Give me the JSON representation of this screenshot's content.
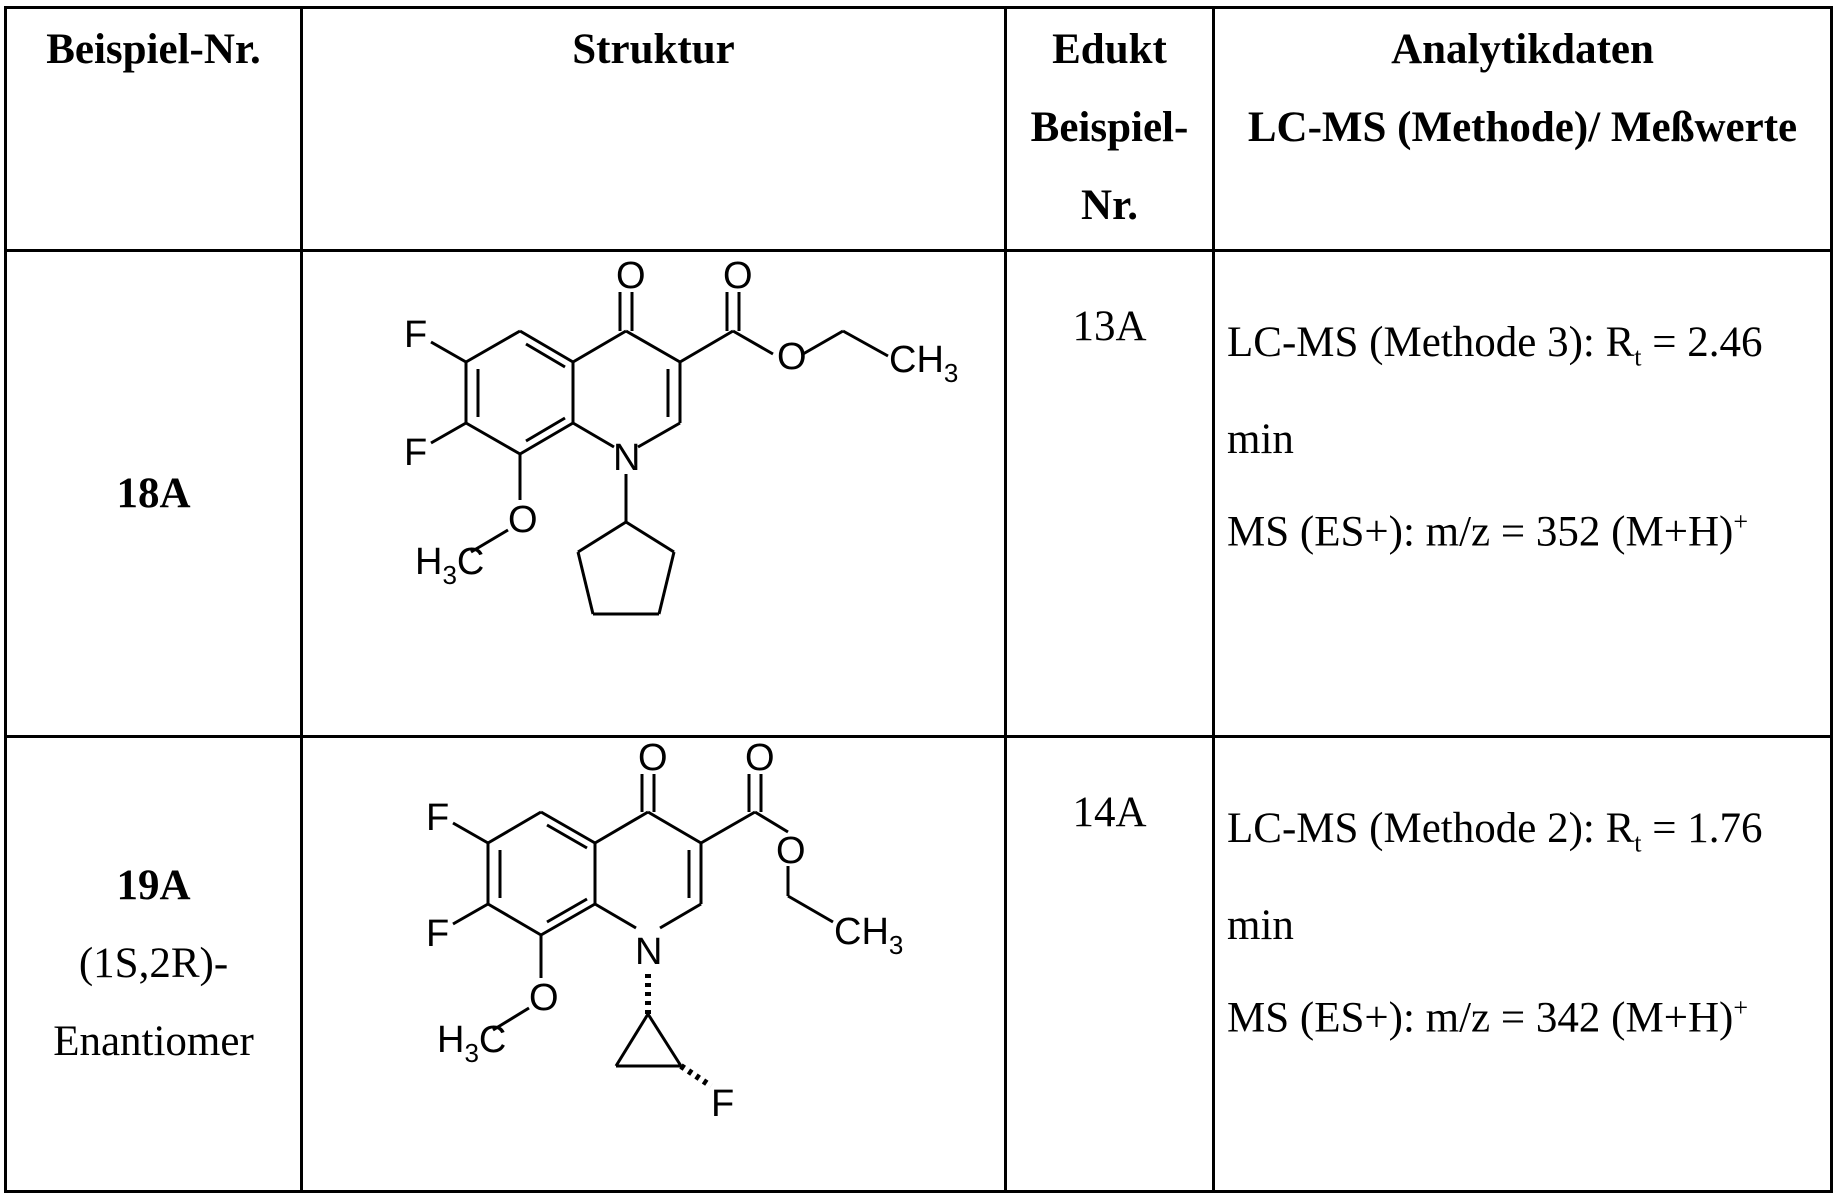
{
  "table": {
    "headers": {
      "example_no": "Beispiel-Nr.",
      "structure": "Struktur",
      "educt_line1": "Edukt",
      "educt_line2": "Beispiel-",
      "educt_line3": "Nr.",
      "analytics_line1": "Analytikdaten",
      "analytics_line2": "LC-MS (Methode)/ Meßwerte"
    },
    "rows": [
      {
        "example_no": "18A",
        "educt": "13A",
        "lcms_prefix": "LC-MS (Methode 3): R",
        "lcms_sub": "t",
        "lcms_suffix": " = 2.46",
        "lcms_unit": "min",
        "ms_text": "MS (ES+): m/z = 352 (M+H)",
        "ms_sup": "+",
        "structure_labels": {
          "o_ketone": "O",
          "o_carbonyl": "O",
          "o_ester": "O",
          "ch3_ch": "CH",
          "ch3_sub": "3",
          "f_top": "F",
          "f_bottom": "F",
          "n": "N",
          "o_methoxy": "O",
          "h3c_h": "H",
          "h3c_sub": "3",
          "h3c_c": "C"
        }
      },
      {
        "example_no": "19A",
        "stereo_line1": "(1S,2R)-",
        "stereo_line2": "Enantiomer",
        "educt": "14A",
        "lcms_prefix": "LC-MS (Methode 2): R",
        "lcms_sub": "t",
        "lcms_suffix": " = 1.76",
        "lcms_unit": "min",
        "ms_text": "MS (ES+): m/z = 342 (M+H)",
        "ms_sup": "+",
        "structure_labels": {
          "o_ketone": "O",
          "o_carbonyl": "O",
          "o_ester": "O",
          "ch3_ch": "CH",
          "ch3_sub": "3",
          "f_top": "F",
          "f_bottom": "F",
          "n": "N",
          "o_methoxy": "O",
          "h3c_h": "H",
          "h3c_sub": "3",
          "h3c_c": "C",
          "f_cyclopropyl": "F"
        }
      }
    ]
  }
}
